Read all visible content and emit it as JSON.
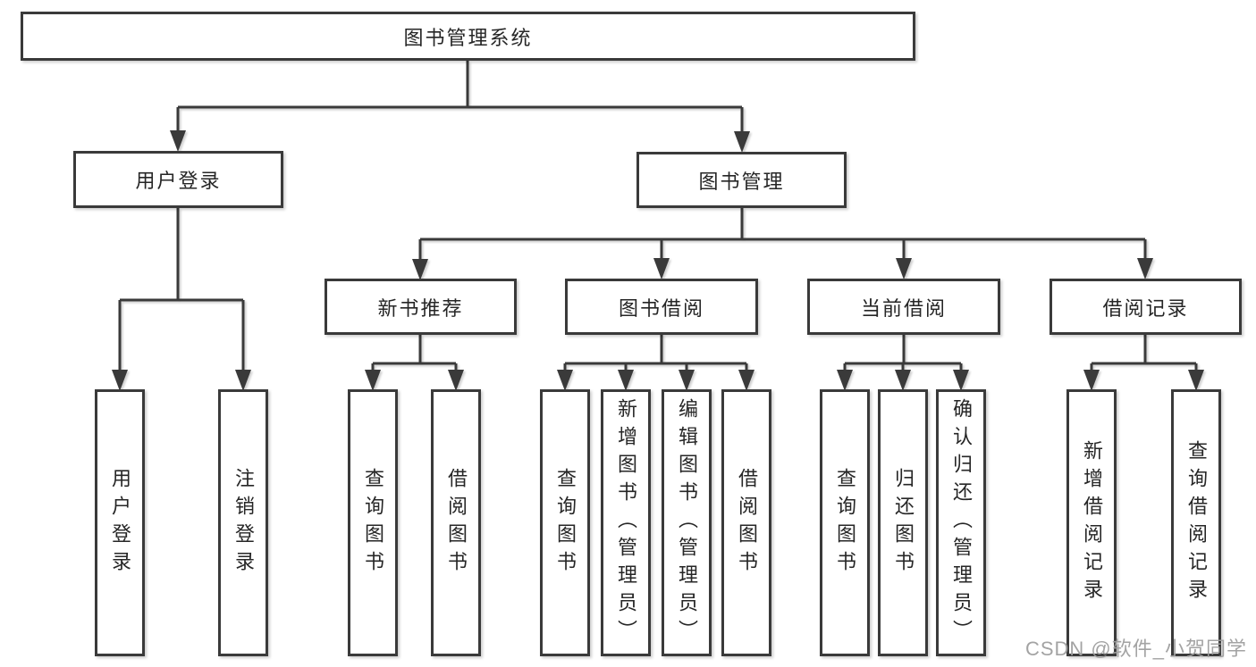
{
  "diagram_type": "functional-structure-tree",
  "colors": {
    "line": "#3a3a3a",
    "box_border": "#3a3a3a",
    "box_fill": "#ffffff",
    "text": "#262626",
    "watermark": "#9e9e9e",
    "background": "#ffffff"
  },
  "tree": {
    "label": "图书管理系统",
    "children": [
      {
        "label": "用户登录",
        "children": [
          {
            "label": "用户登录"
          },
          {
            "label": "注销登录"
          }
        ]
      },
      {
        "label": "图书管理",
        "children": [
          {
            "label": "新书推荐",
            "children": [
              {
                "label": "查询图书"
              },
              {
                "label": "借阅图书"
              }
            ]
          },
          {
            "label": "图书借阅",
            "children": [
              {
                "label": "查询图书"
              },
              {
                "label": "新增图书（管理员）"
              },
              {
                "label": "编辑图书（管理员）"
              },
              {
                "label": "借阅图书"
              }
            ]
          },
          {
            "label": "当前借阅",
            "children": [
              {
                "label": "查询图书"
              },
              {
                "label": "归还图书"
              },
              {
                "label": "确认归还（管理员）"
              }
            ]
          },
          {
            "label": "借阅记录",
            "children": [
              {
                "label": "新增借阅记录"
              },
              {
                "label": "查询借阅记录"
              }
            ]
          }
        ]
      }
    ]
  },
  "watermark": {
    "text": "CSDN @软件_小贺同学"
  }
}
